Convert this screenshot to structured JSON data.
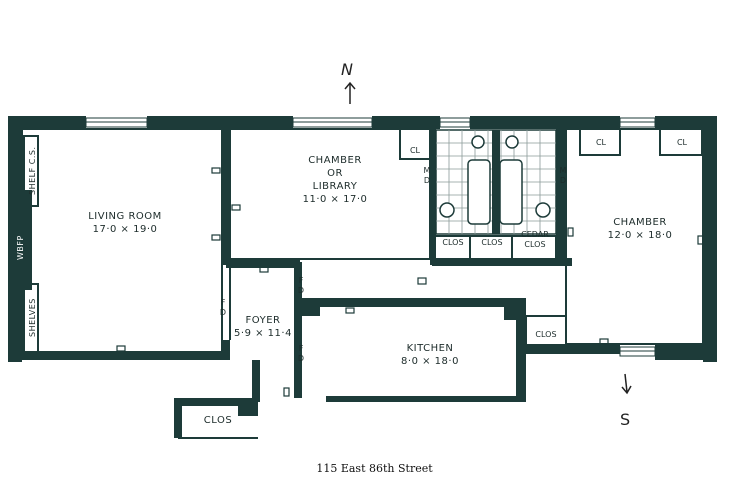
{
  "compass": {
    "north": "N",
    "south": "S"
  },
  "rooms": {
    "living_room": {
      "name": "LIVING ROOM",
      "size": "17·0 × 19·0"
    },
    "chamber_library": {
      "line1": "CHAMBER",
      "line2": "OR",
      "line3": "LIBRARY",
      "size": "11·0 × 17·0"
    },
    "chamber_east": {
      "name": "CHAMBER",
      "size": "12·0 × 18·0"
    },
    "foyer": {
      "name": "FOYER",
      "size": "5·9 × 11·4"
    },
    "kitchen": {
      "name": "KITCHEN",
      "size": "8·0 × 18·0"
    },
    "cedar_clos": {
      "line1": "CEDAR",
      "line2": "CLOS"
    }
  },
  "labels": {
    "clos": "CLOS",
    "cl": "CL",
    "md": "M\nD",
    "fd": "F\nD",
    "wbfp": "WBFP",
    "shelves": "SHELVES",
    "shelf_cs": "SHELF C.S."
  },
  "address": "115 East 86th Street"
}
